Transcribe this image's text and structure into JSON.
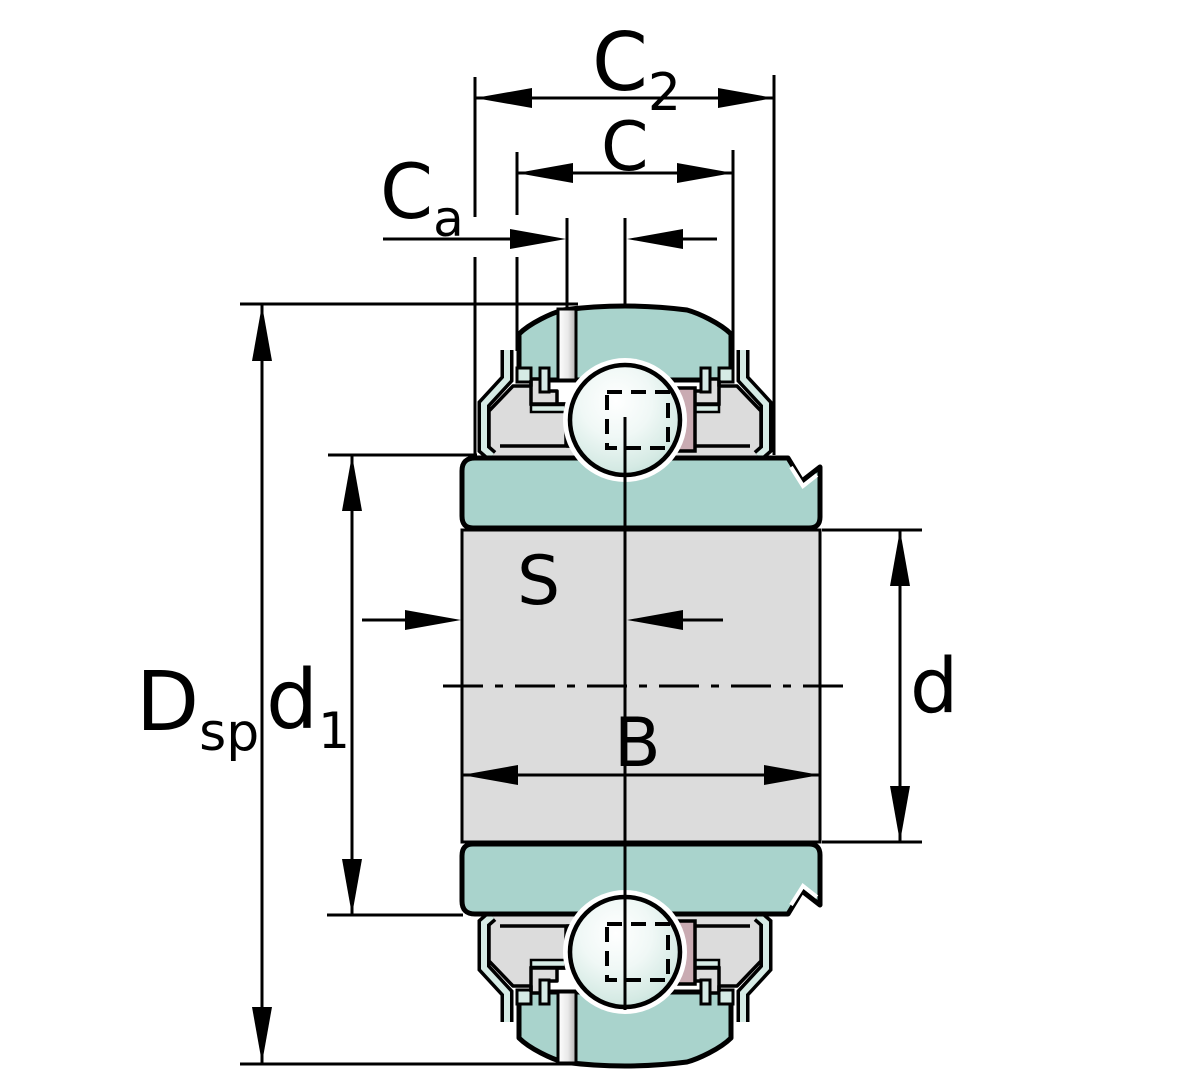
{
  "diagram": {
    "title": "bearing-cross-section",
    "labels": {
      "c2": {
        "main": "C",
        "sub": "2"
      },
      "c": {
        "main": "C"
      },
      "ca": {
        "main": "C",
        "sub": "a"
      },
      "dsp": {
        "main": "D",
        "sub": "sp"
      },
      "d1": {
        "main": "d",
        "sub": "1"
      },
      "d": {
        "main": "d"
      },
      "s": {
        "main": "S"
      },
      "b": {
        "main": "B"
      }
    },
    "colors": {
      "ink": "#000000",
      "teal": "#a9d3cc",
      "tealLight": "#d6ebe5",
      "gray": "#dcdcdc",
      "pink": "#c9abb2",
      "white": "#ffffff",
      "slotLight": "#ffffff",
      "slotMid": "#e9e9e9",
      "slotDark": "#b0b0b0",
      "ballCore": "#ffffff",
      "ballMid": "#f0f8f6",
      "ballShade": "#d5eae4",
      "ballEdge": "#b2d8d1"
    }
  }
}
